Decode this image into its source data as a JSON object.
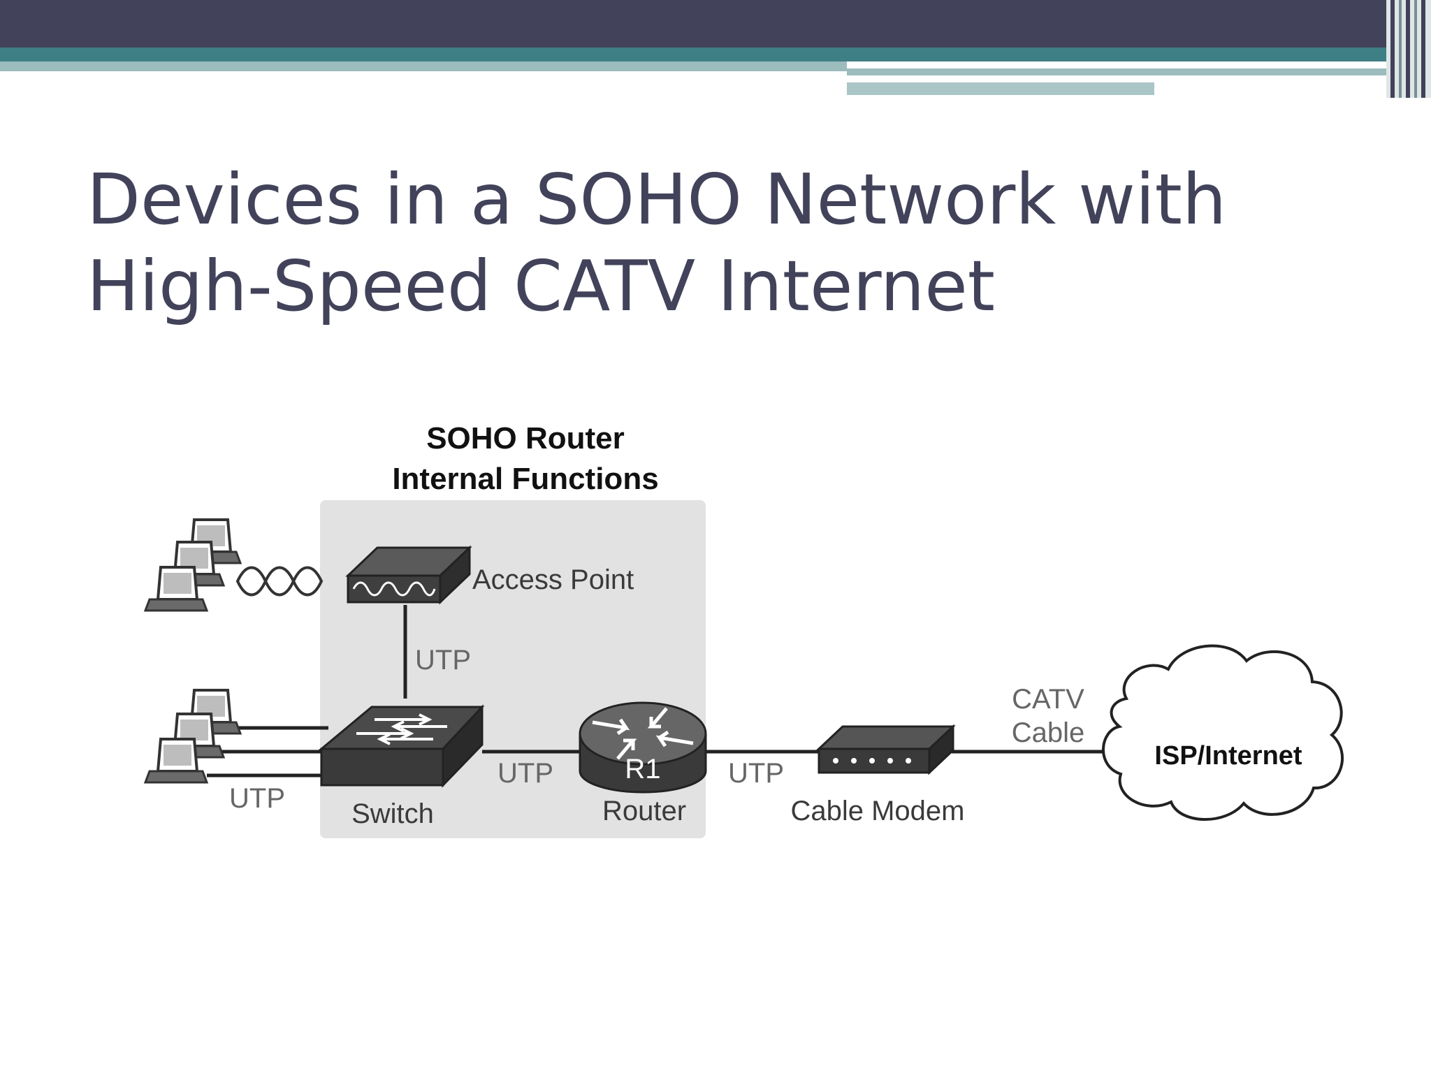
{
  "slide": {
    "title": "Devices in a SOHO Network with High-Speed CATV Internet"
  },
  "diagram": {
    "group_title_line1": "SOHO Router",
    "group_title_line2": "Internal Functions",
    "access_point": "Access Point",
    "switch": "Switch",
    "router": "Router",
    "router_id": "R1",
    "cable_modem": "Cable Modem",
    "cloud": "ISP/Internet",
    "link_ap_switch": "UTP",
    "link_pcs_switch": "UTP",
    "link_switch_router": "UTP",
    "link_router_modem": "UTP",
    "link_modem_cloud_line1": "CATV",
    "link_modem_cloud_line2": "Cable"
  },
  "colors": {
    "title": "#42435a",
    "header_dark": "#42435a",
    "header_teal": "#3e7f86",
    "group_box": "#e2e2e2",
    "device_fill": "#3f3f3f"
  }
}
